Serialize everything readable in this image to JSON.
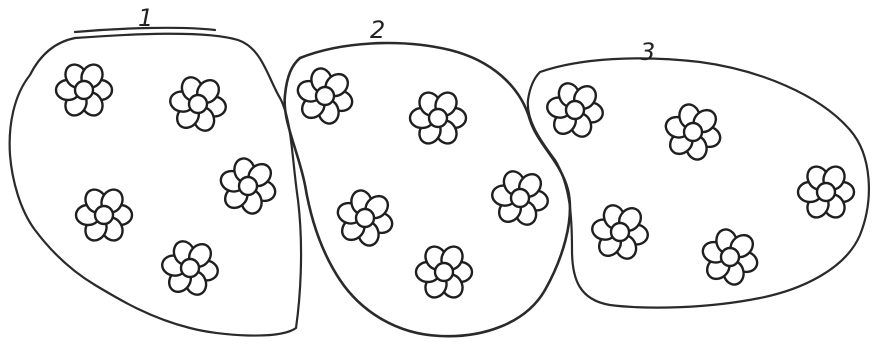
{
  "groups": [
    {
      "label": "1",
      "flower_count": 5
    },
    {
      "label": "2",
      "flower_count": 5
    },
    {
      "label": "3",
      "flower_count": 5
    }
  ],
  "colors": {
    "ink": "#1f1f1f",
    "paper": "#ffffff"
  },
  "icons": {
    "flower": "flower-icon"
  }
}
